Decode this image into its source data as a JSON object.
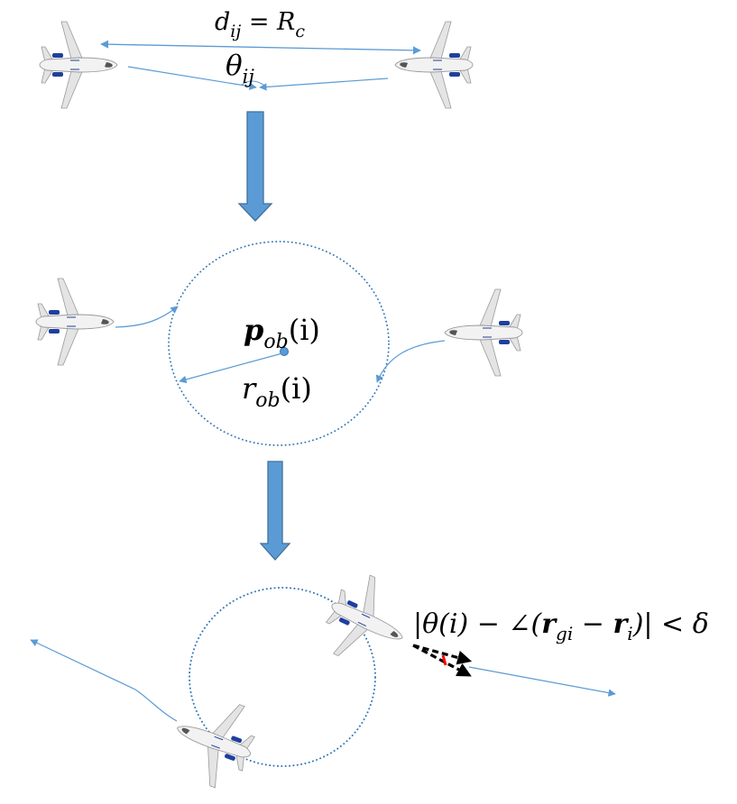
{
  "stage1": {
    "distance_label": {
      "sym": "d",
      "sub": "ij",
      "rest": " = R",
      "rest_sub": "c"
    },
    "angle_label": {
      "sym": "θ",
      "sub": "ij"
    }
  },
  "stage2": {
    "center_label": {
      "sym": "p",
      "sub": "ob",
      "arg": "(i)"
    },
    "radius_label": {
      "sym": "r",
      "sub": "ob",
      "arg": "(i)"
    }
  },
  "stage3": {
    "condition_label": {
      "open": "|θ(i) − ∠(",
      "r1": "r",
      "r1_sub": "gi",
      "minus": " − ",
      "r2": "r",
      "r2_sub": "i",
      "close": ")| < δ"
    }
  },
  "colors": {
    "arrow_blue": "#5b9bd5",
    "block_arrow_fill": "#5b9bd5",
    "block_arrow_stroke": "#41719c",
    "circle_blue": "#2e75b6",
    "plane_body": "#e8e8e8",
    "plane_engine": "#1f3f9f",
    "heading_arrow": "#000000",
    "heading_mark": "#ff0000"
  },
  "icons": [
    "airplane-icon",
    "down-arrow-icon"
  ]
}
